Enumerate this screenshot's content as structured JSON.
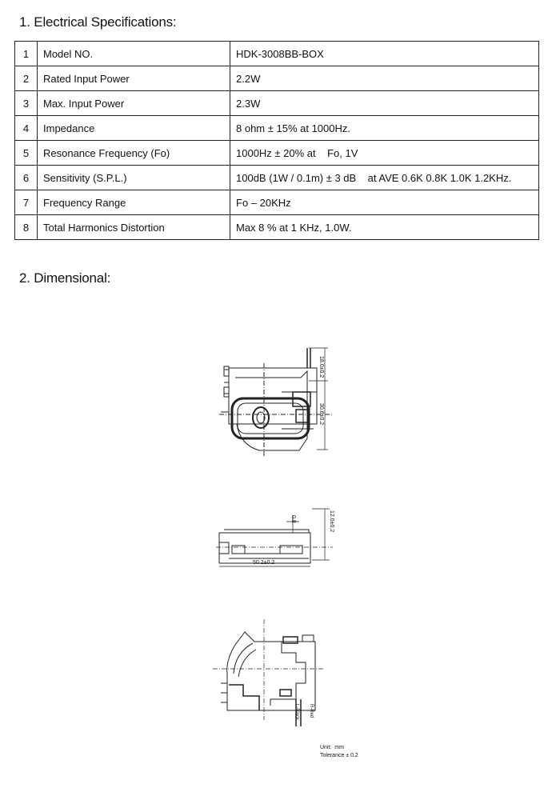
{
  "section1_title": "1. Electrical Specifications:",
  "specs": [
    {
      "no": "1",
      "param": "Model NO.",
      "value": "HDK-3008BB-BOX"
    },
    {
      "no": "2",
      "param": "Rated Input Power",
      "value": "2.2W"
    },
    {
      "no": "3",
      "param": "Max. Input Power",
      "value": "2.3W"
    },
    {
      "no": "4",
      "param": "Impedance",
      "value": "8 ohm ± 15% at 1000Hz."
    },
    {
      "no": "5",
      "param": "Resonance Frequency (Fo)",
      "value": "1000Hz ± 20% at    Fo, 1V"
    },
    {
      "no": "6",
      "param": "Sensitivity (S.P.L.)",
      "value": "100dB (1W / 0.1m) ± 3 dB    at AVE 0.6K 0.8K 1.0K 1.2KHz."
    },
    {
      "no": "7",
      "param": "Frequency Range",
      "value": "Fo – 20KHz"
    },
    {
      "no": "8",
      "param": "Total Harmonics Distortion",
      "value": "Max 8 % at 1 KHz, 1.0W."
    }
  ],
  "section2_title": "2. Dimensional:",
  "drawing": {
    "dim_top_1": "18.0±0.2",
    "dim_top_2": "30.6±0.2",
    "dim_side_1": "0.8",
    "dim_side_2": "12.0±0.2",
    "dim_width": "50.2±0.2",
    "wire_label_1": "L-Black",
    "wire_label_2": "R-Red"
  },
  "units": {
    "unit": "Unit:  mm",
    "tolerance": "Tolerance ± 0.2"
  }
}
